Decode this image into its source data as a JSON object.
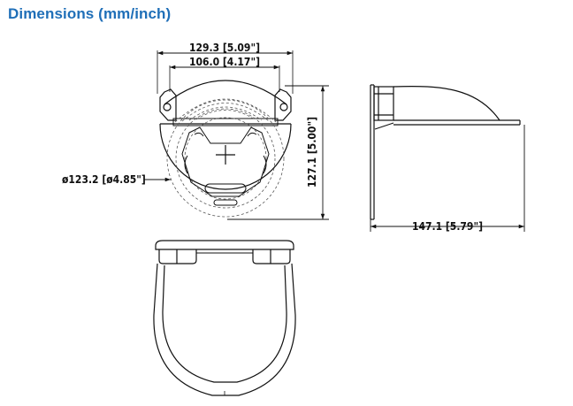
{
  "title": "Dimensions (mm/inch)",
  "dimensions": {
    "top_width": "129.3 [5.09\"]",
    "inner_width": "106.0 [4.17\"]",
    "diameter": "ø123.2 [ø4.85\"]",
    "height": "127.1 [5.00\"]",
    "depth": "147.1 [5.79\"]"
  },
  "colors": {
    "title": "#1f6fb8",
    "lines": "#111111",
    "hidden_lines": "#555555"
  }
}
